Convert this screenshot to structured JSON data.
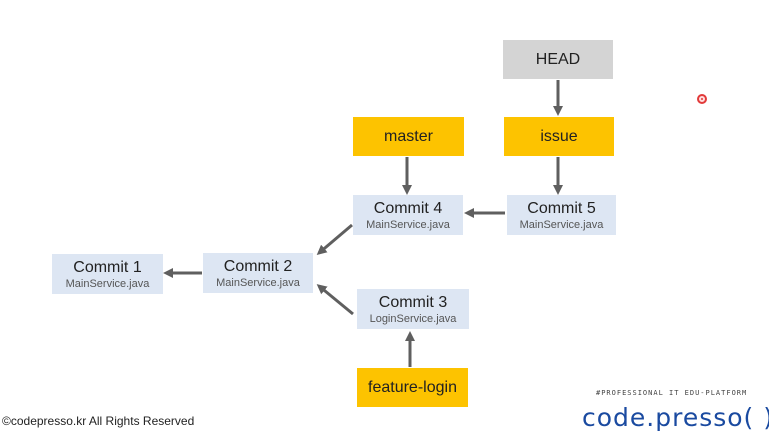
{
  "head": {
    "label": "HEAD"
  },
  "refs": {
    "master": "master",
    "issue": "issue",
    "feature_login": "feature-login"
  },
  "commits": {
    "c1": {
      "title": "Commit 1",
      "file": "MainService.java"
    },
    "c2": {
      "title": "Commit 2",
      "file": "MainService.java"
    },
    "c3": {
      "title": "Commit 3",
      "file": "LoginService.java"
    },
    "c4": {
      "title": "Commit 4",
      "file": "MainService.java"
    },
    "c5": {
      "title": "Commit 5",
      "file": "MainService.java"
    }
  },
  "footer": {
    "copyright": "©codepresso.kr All Rights Reserved",
    "tagline": "#PROFESSIONAL IT EDU-PLATFORM",
    "logo": "code.presso( )"
  },
  "colors": {
    "ref": "#fdc300",
    "head": "#d4d4d4",
    "commit": "#dde6f3",
    "arrow": "#5f5f5f",
    "logo": "#1a4aa0"
  }
}
